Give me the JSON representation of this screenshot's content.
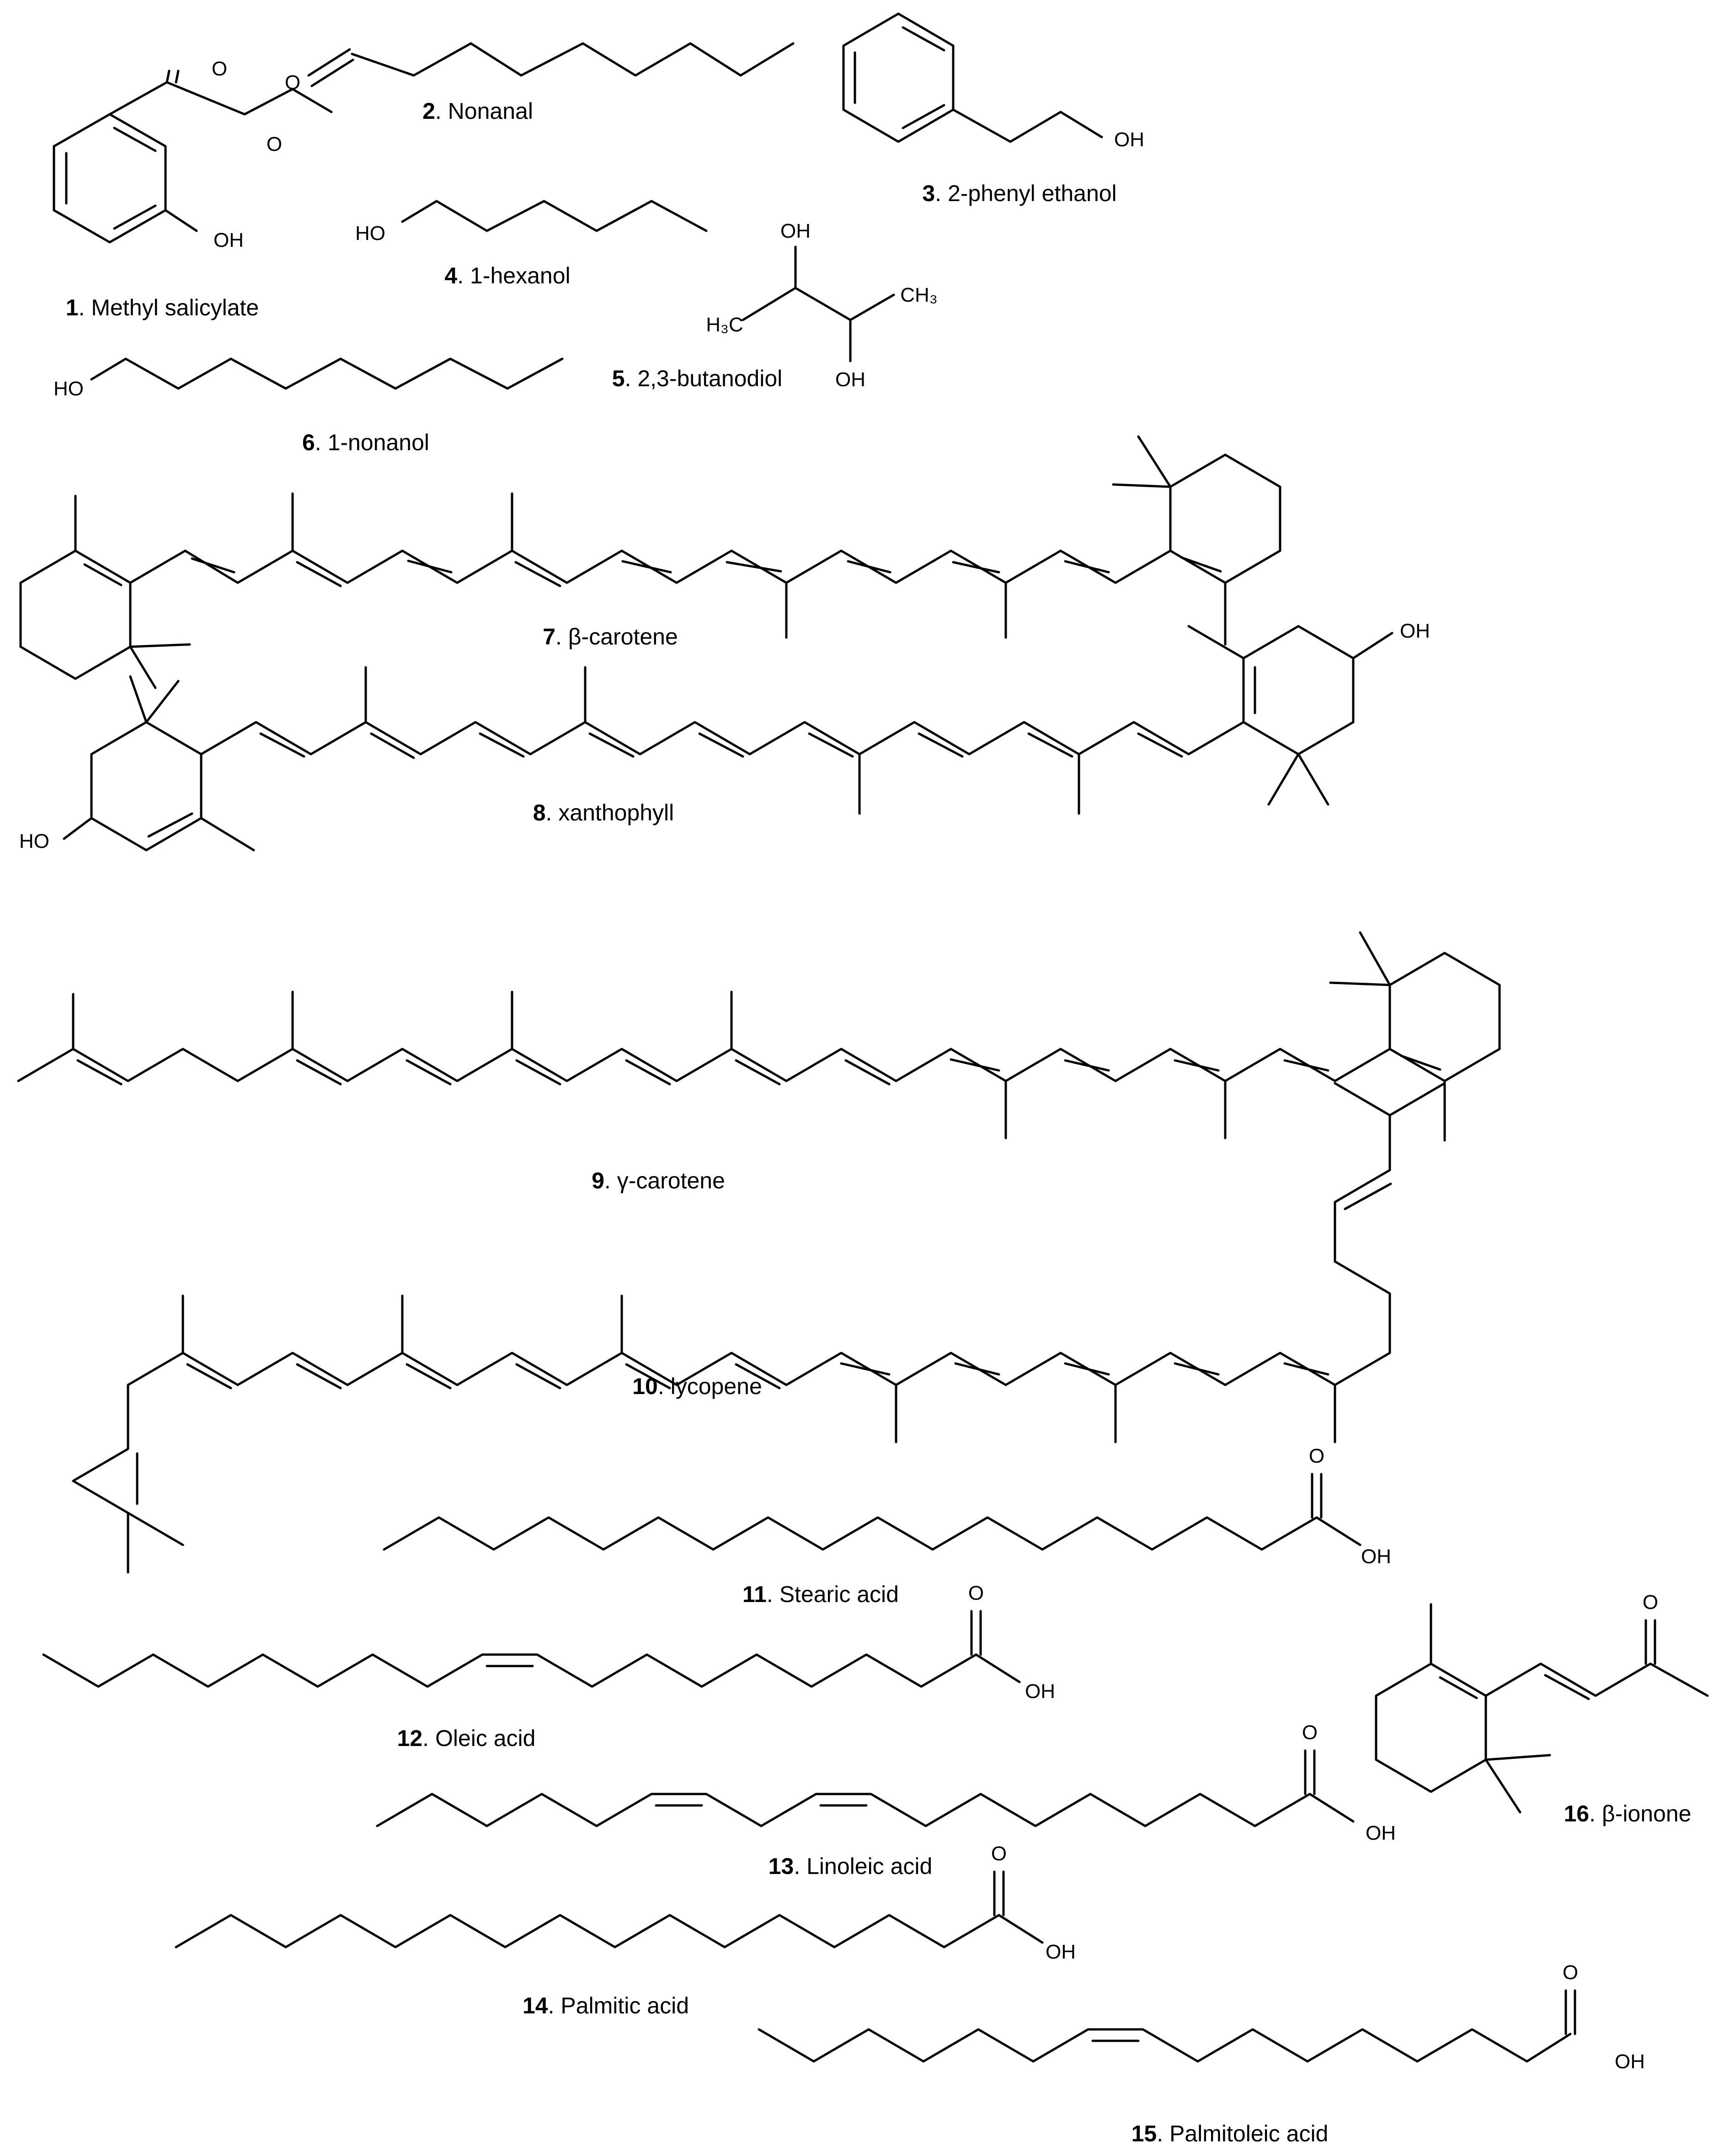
{
  "compounds": [
    {
      "number": "1",
      "name": "Methyl salicylate"
    },
    {
      "number": "2",
      "name": "Nonanal"
    },
    {
      "number": "3",
      "name": "2-phenyl ethanol"
    },
    {
      "number": "4",
      "name": "1-hexanol"
    },
    {
      "number": "5",
      "name": "2,3-butanodiol"
    },
    {
      "number": "6",
      "name": "1-nonanol"
    },
    {
      "number": "7",
      "name": "β-carotene"
    },
    {
      "number": "8",
      "name": "xanthophyll"
    },
    {
      "number": "9",
      "name": "γ-carotene"
    },
    {
      "number": "10",
      "name": "lycopene"
    },
    {
      "number": "11",
      "name": "Stearic acid"
    },
    {
      "number": "12",
      "name": "Oleic acid"
    },
    {
      "number": "13",
      "name": "Linoleic acid"
    },
    {
      "number": "14",
      "name": "Palmitic acid"
    },
    {
      "number": "15",
      "name": "Palmitoleic acid"
    },
    {
      "number": "16",
      "name": "β-ionone"
    }
  ],
  "atom_labels": {
    "o": "O",
    "oh": "OH",
    "ho": "HO",
    "h3c": "H₃C",
    "ch3": "CH₃"
  }
}
